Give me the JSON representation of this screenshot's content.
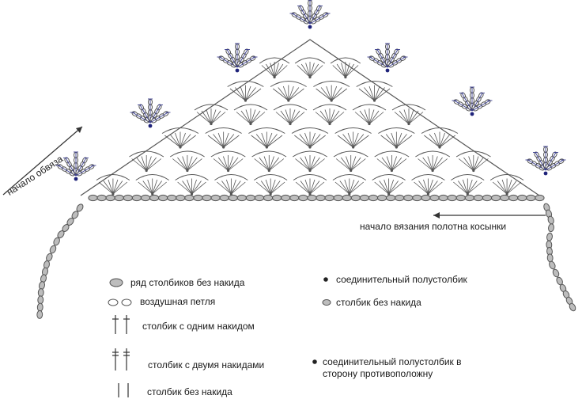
{
  "labels": {
    "start_edging": "начало обвяза",
    "start_knitting": "начало вязания полотна косынки"
  },
  "legend": [
    {
      "symbol": "filled-oval",
      "text": "ряд столбиков без накида"
    },
    {
      "symbol": "open-oval",
      "text": "воздушная петля"
    },
    {
      "symbol": "one-crossbar-stitch",
      "text": "столбик с одним накидом"
    },
    {
      "symbol": "two-crossbar-stitch",
      "text": "столбик с двумя накидами"
    },
    {
      "symbol": "plain-stitch",
      "text": "столбик без накида"
    },
    {
      "symbol": "dot",
      "text": "соединительный полустолбик"
    },
    {
      "symbol": "small-oval",
      "text": "столбик без накида"
    },
    {
      "symbol": "dot",
      "text": "соединительный полустолбик в"
    },
    {
      "symbol": "continuation",
      "text": "сторону противоположну"
    }
  ],
  "colors": {
    "ink": "#555555",
    "accent": "#3b3f8f",
    "oval_fill": "#bdbdbd"
  }
}
